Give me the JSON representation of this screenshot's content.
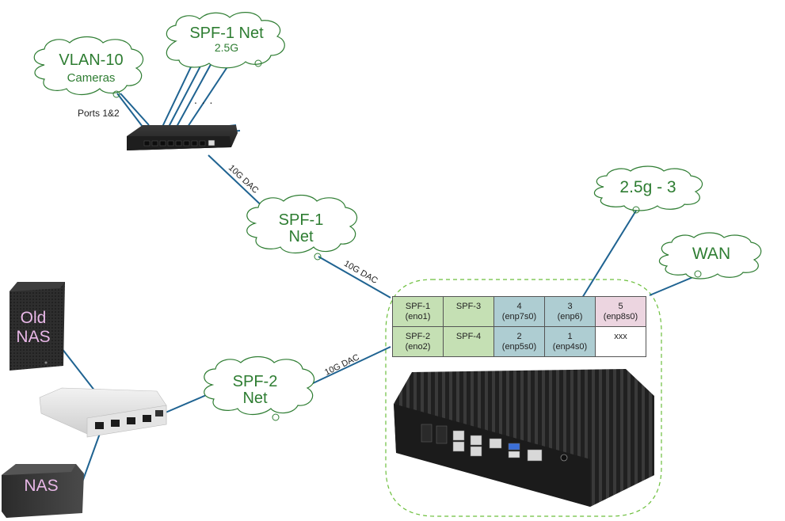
{
  "clouds": {
    "spf1_25g": {
      "line1": "SPF-1 Net",
      "line2": "2.5G"
    },
    "vlan10": {
      "line1": "VLAN-10",
      "line2": "Cameras"
    },
    "spf1_net": {
      "line1": "SPF-1",
      "line2": "Net"
    },
    "spf2_net": {
      "line1": "SPF-2",
      "line2": "Net"
    },
    "g25_3": {
      "line1": "2.5g - 3"
    },
    "wan": {
      "line1": "WAN"
    }
  },
  "links": {
    "switch_to_spf1": "10G DAC",
    "spf1_to_router": "10G DAC",
    "spf2_to_router": "10G DAC"
  },
  "notes": {
    "ports": "Ports 1&2",
    "ellipsis": ". . ."
  },
  "devices": {
    "old_nas": {
      "line1": "Old",
      "line2": "NAS"
    },
    "nas": {
      "label": "NAS"
    }
  },
  "port_table": {
    "rows": [
      [
        {
          "name": "SPF-1",
          "iface": "(eno1)",
          "color": "green"
        },
        {
          "name": "SPF-3",
          "iface": "",
          "color": "green"
        },
        {
          "name": "4",
          "iface": "(enp7s0)",
          "color": "blue"
        },
        {
          "name": "3",
          "iface": "(enp6)",
          "color": "blue"
        },
        {
          "name": "5",
          "iface": "(enp8s0)",
          "color": "pink"
        }
      ],
      [
        {
          "name": "SPF-2",
          "iface": "(eno2)",
          "color": "green"
        },
        {
          "name": "SPF-4",
          "iface": "",
          "color": "green"
        },
        {
          "name": "2",
          "iface": "(enp5s0)",
          "color": "blue"
        },
        {
          "name": "1",
          "iface": "(enp4s0)",
          "color": "blue"
        },
        {
          "name": "xxx",
          "iface": "",
          "color": "white"
        }
      ]
    ]
  },
  "colors": {
    "cloud_stroke": "#2e7d32",
    "cloud_text": "#2e7d32",
    "link": "#1f6391",
    "group_border": "#6cbf3c",
    "device_label": "#e9b8e8"
  }
}
